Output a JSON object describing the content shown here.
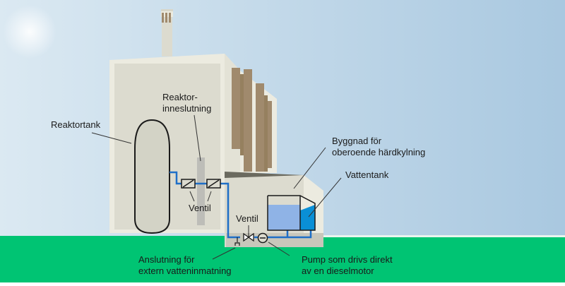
{
  "colors": {
    "sky_left": "#dbe9f2",
    "sky_right": "#a9c8e0",
    "ground": "#00c473",
    "building_light": "#ecebe0",
    "building_face": "#dcdbcf",
    "building_shadow": "#c8c7bb",
    "brown_fins": "#a08a6d",
    "reactor_tank": "#d3d3c6",
    "containment": "#bdbdb8",
    "pipe": "#1f6fc7",
    "water_light": "#8fb3e6",
    "water_dark": "#0a8fd6",
    "text": "#1a1a1a"
  },
  "labels": {
    "reactor_tank": "Reaktortank",
    "containment_line1": "Reaktor-",
    "containment_line2": "inneslutning",
    "valve_upper": "Ventil",
    "valve_lower": "Ventil",
    "cooling_building_line1": "Byggnad för",
    "cooling_building_line2": "oberoende härdkylning",
    "water_tank": "Vattentank",
    "external_connection_line1": "Anslutning för",
    "external_connection_line2": "extern vatteninmatning",
    "pump_line1": "Pump som drivs direkt",
    "pump_line2": "av en dieselmotor"
  }
}
